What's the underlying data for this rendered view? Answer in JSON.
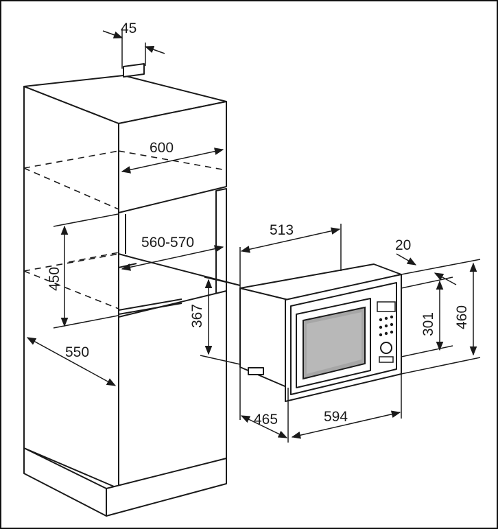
{
  "dimensions": {
    "d45": "45",
    "d600": "600",
    "d560_570": "560-570",
    "d450": "450",
    "d550": "550",
    "d513": "513",
    "d20": "20",
    "d367": "367",
    "d301": "301",
    "d460": "460",
    "d465": "465",
    "d594": "594"
  },
  "colors": {
    "line": "#1a1a1a",
    "window": "#b8b8b8",
    "window_inner": "#a6a6a6"
  }
}
